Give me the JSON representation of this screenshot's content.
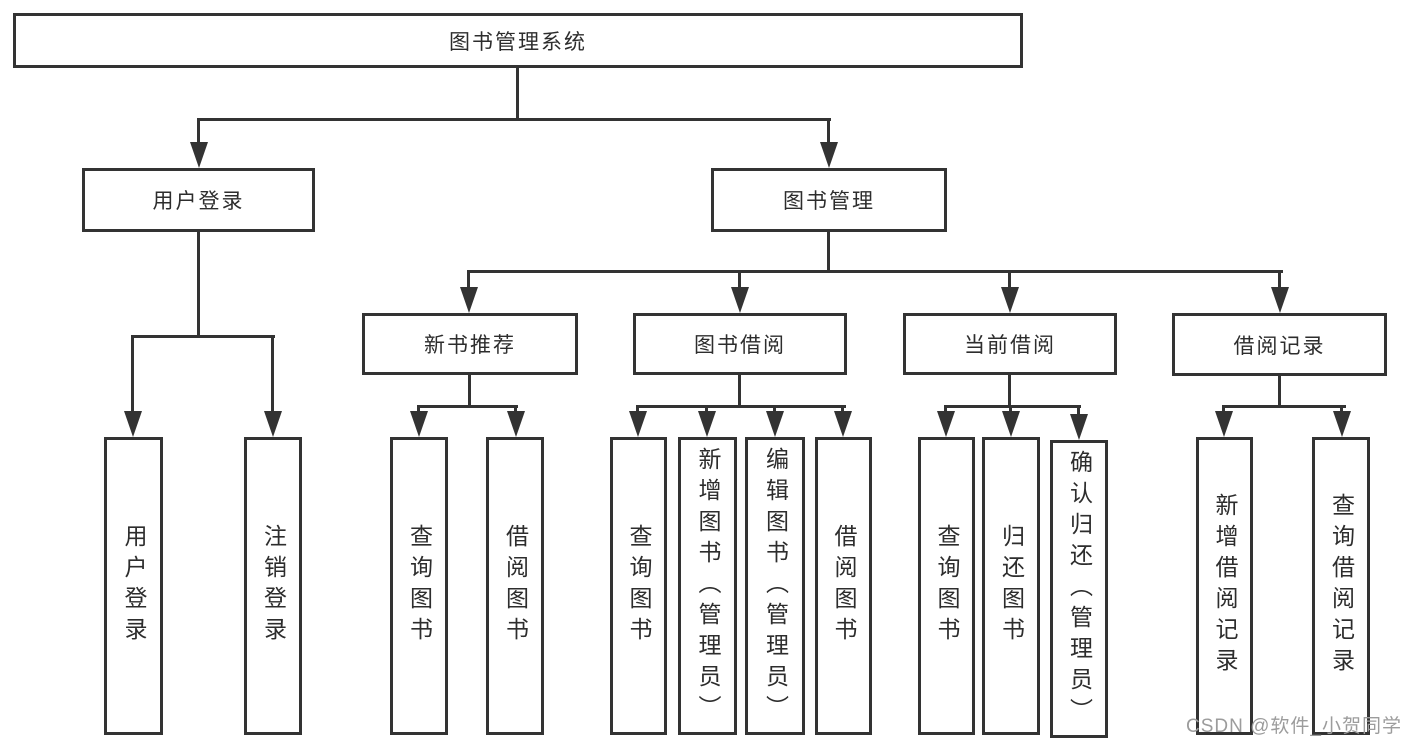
{
  "tree": {
    "label": "图书管理系统",
    "children": [
      {
        "label": "用户登录",
        "children": [
          {
            "label": "用户登录"
          },
          {
            "label": "注销登录"
          }
        ]
      },
      {
        "label": "图书管理",
        "children": [
          {
            "label": "新书推荐",
            "children": [
              {
                "label": "查询图书"
              },
              {
                "label": "借阅图书"
              }
            ]
          },
          {
            "label": "图书借阅",
            "children": [
              {
                "label": "查询图书"
              },
              {
                "label": "新增图书（管理员）"
              },
              {
                "label": "编辑图书（管理员）"
              },
              {
                "label": "借阅图书"
              }
            ]
          },
          {
            "label": "当前借阅",
            "children": [
              {
                "label": "查询图书"
              },
              {
                "label": "归还图书"
              },
              {
                "label": "确认归还（管理员）"
              }
            ]
          },
          {
            "label": "借阅记录",
            "children": [
              {
                "label": "新增借阅记录"
              },
              {
                "label": "查询借阅记录"
              }
            ]
          }
        ]
      }
    ]
  },
  "watermark": {
    "text": "CSDN @软件_小贺同学"
  },
  "colors": {
    "line": "#333333",
    "box_background": "#ffffff",
    "text": "#2d2d2d",
    "watermark": "#9c9c9c"
  }
}
